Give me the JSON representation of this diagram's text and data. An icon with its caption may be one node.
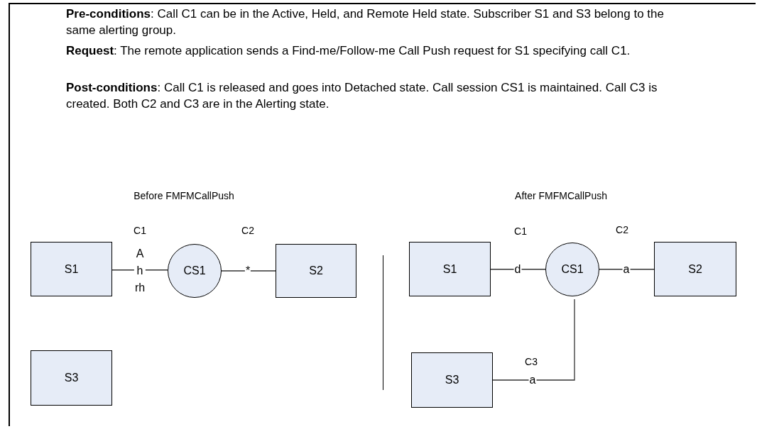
{
  "diagram": {
    "nodes": [
      {
        "text": [
          "S1"
        ]
      },
      {
        "text": [
          "CS1"
        ]
      },
      {
        "text": [
          "S2"
        ]
      },
      {
        "text": [
          "S3"
        ]
      },
      {
        "text": [
          "S1"
        ]
      },
      {
        "text": [
          "CS1"
        ]
      },
      {
        "text": [
          "S2"
        ]
      },
      {
        "text": [
          "S3"
        ]
      }
    ],
    "edges": [
      {
        "from": 0,
        "to": 1,
        "arrow": "none",
        "label": "A h rh"
      },
      {
        "from": 1,
        "to": 2,
        "arrow": "none",
        "label": "*"
      },
      {
        "from": 4,
        "to": 5,
        "arrow": "none",
        "label": "d"
      },
      {
        "from": 5,
        "to": 6,
        "arrow": "none",
        "label": "a"
      },
      {
        "from": 5,
        "to": 7,
        "arrow": "none",
        "label": "a"
      }
    ],
    "labels": [
      "**Pre-conditions**:  Call C1 can be in the Active, Held, and Remote Held state.  Subscriber S1 and S3 belong to the same alerting group.",
      "**Request**:  The remote application sends a Find-me/Follow-me Call Push request for S1 specifying call C1.",
      "**Post-conditions**:  Call C1 is released and goes into Detached state.  Call session CS1 is maintained.  Call C3 is created.  Both C2 and C3 are in the Alerting state.",
      "Before FMFMCallPush",
      "C1",
      "C2",
      "After FMFMCallPush",
      "C1",
      "C2",
      "C3"
    ]
  }
}
